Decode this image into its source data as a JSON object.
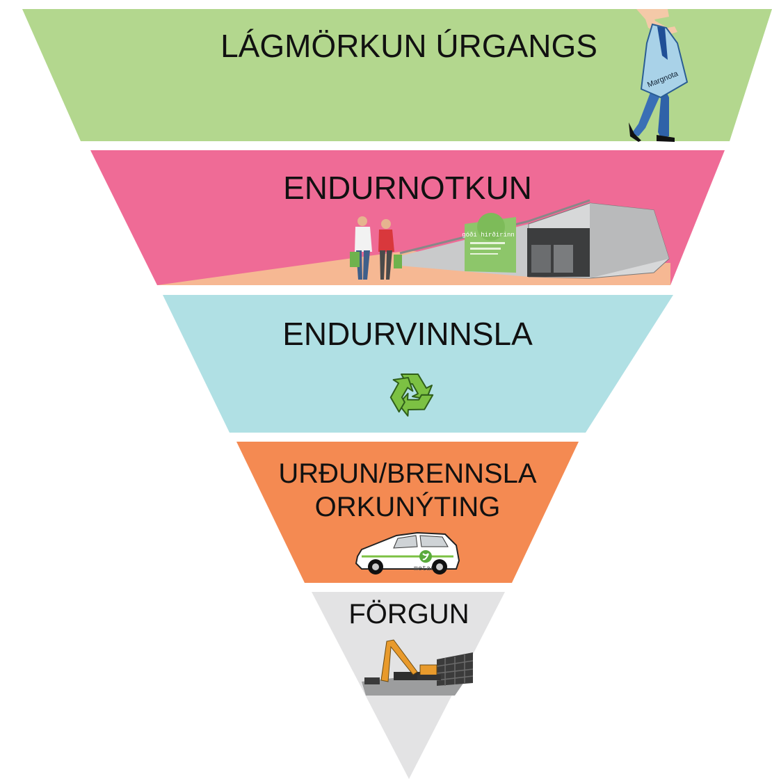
{
  "colors": {
    "tier1": "#b3d78e",
    "tier2": "#ef6b96",
    "tier3": "#b0e0e4",
    "tier4": "#f48a52",
    "tier5": "#e3e3e4",
    "text": "#111111",
    "recycle_green": "#7cc143"
  },
  "tiers": [
    {
      "label": "LÁGMÖRKUN ÚRGANGS",
      "icon": "shopping-bag-person-icon"
    },
    {
      "label": "ENDURNOTKUN",
      "icon": "second-hand-store-icon"
    },
    {
      "label": "ENDURVINNSLA",
      "icon": "recycle-icon"
    },
    {
      "label_line1": "URÐUN/BRENNSLA",
      "label_line2": "ORKUNÝTING",
      "icon": "methane-car-icon"
    },
    {
      "label": "FÖRGUN",
      "icon": "excavator-landfill-icon"
    }
  ],
  "illustrations": {
    "bag_text": "Margnota",
    "store_sign": "góði hirðirinn",
    "car_text": "metan"
  }
}
